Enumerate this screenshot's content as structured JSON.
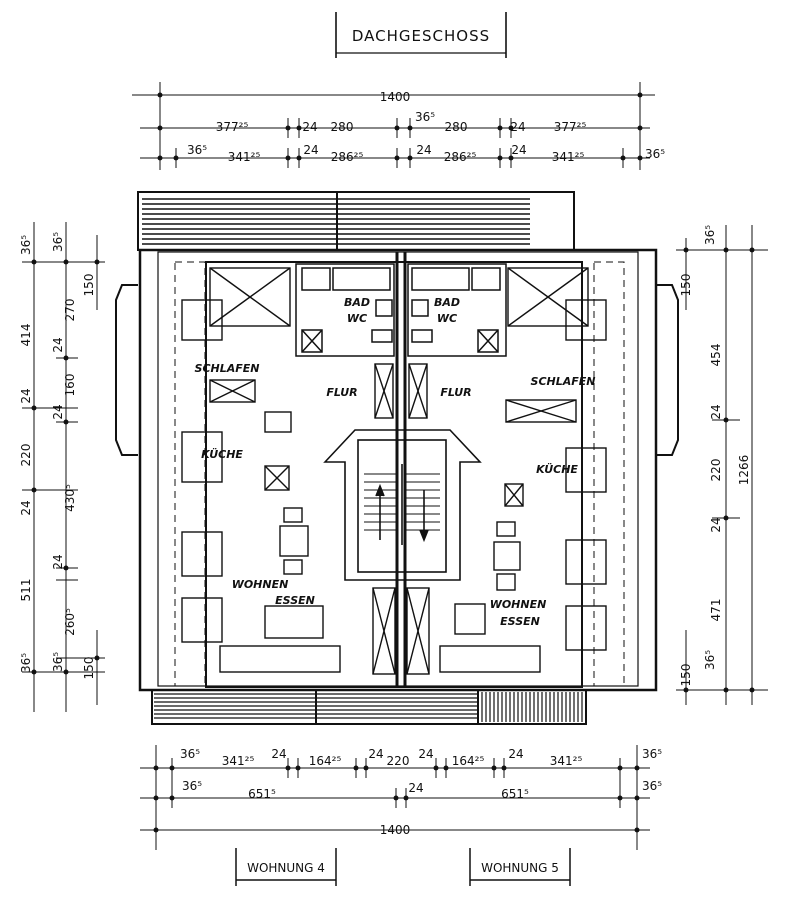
{
  "title": "DACHGESCHOSS",
  "apartments": {
    "left": "WOHNUNG 4",
    "right": "WOHNUNG 5"
  },
  "rooms": {
    "bad_wc_left": [
      "BAD",
      "WC"
    ],
    "bad_wc_right": [
      "BAD",
      "WC"
    ],
    "schlafen_left": "SCHLAFEN",
    "schlafen_right": "SCHLAFEN",
    "flur_left": "FLUR",
    "flur_right": "FLUR",
    "kueche_left": "KÜCHE",
    "kueche_right": "KÜCHE",
    "wohnen_left": [
      "WOHNEN",
      "ESSEN"
    ],
    "wohnen_right": [
      "WOHNEN",
      "ESSEN"
    ]
  },
  "dimensions": {
    "top_total": "1400",
    "top_row1": [
      "377²⁵",
      "24",
      "280",
      "36⁵",
      "280",
      "24",
      "377²⁵"
    ],
    "top_row2": [
      "36⁵",
      "341²⁵",
      "24",
      "286²⁵",
      "24",
      "286²⁵",
      "24",
      "341²⁵",
      "36⁵"
    ],
    "bottom_row1": [
      "36⁵",
      "341²⁵",
      "24",
      "164²⁵",
      "24",
      "220",
      "24",
      "164²⁵",
      "24",
      "341²⁵",
      "36⁵"
    ],
    "bottom_row2": [
      "36⁵",
      "651⁵",
      "24",
      "651⁵",
      "36⁵"
    ],
    "bottom_total": "1400",
    "left_outer": [
      "36⁵",
      "414",
      "24",
      "220",
      "24",
      "511",
      "36⁵"
    ],
    "left_inner": [
      "36⁵",
      "150",
      "270",
      "24",
      "160",
      "24",
      "430⁵",
      "24",
      "260⁵",
      "36⁵",
      "150"
    ],
    "right_inner": [
      "36⁵",
      "150",
      "24",
      "24",
      "150",
      "36⁵"
    ],
    "right_outer": [
      "454",
      "220",
      "471",
      "1266"
    ]
  }
}
